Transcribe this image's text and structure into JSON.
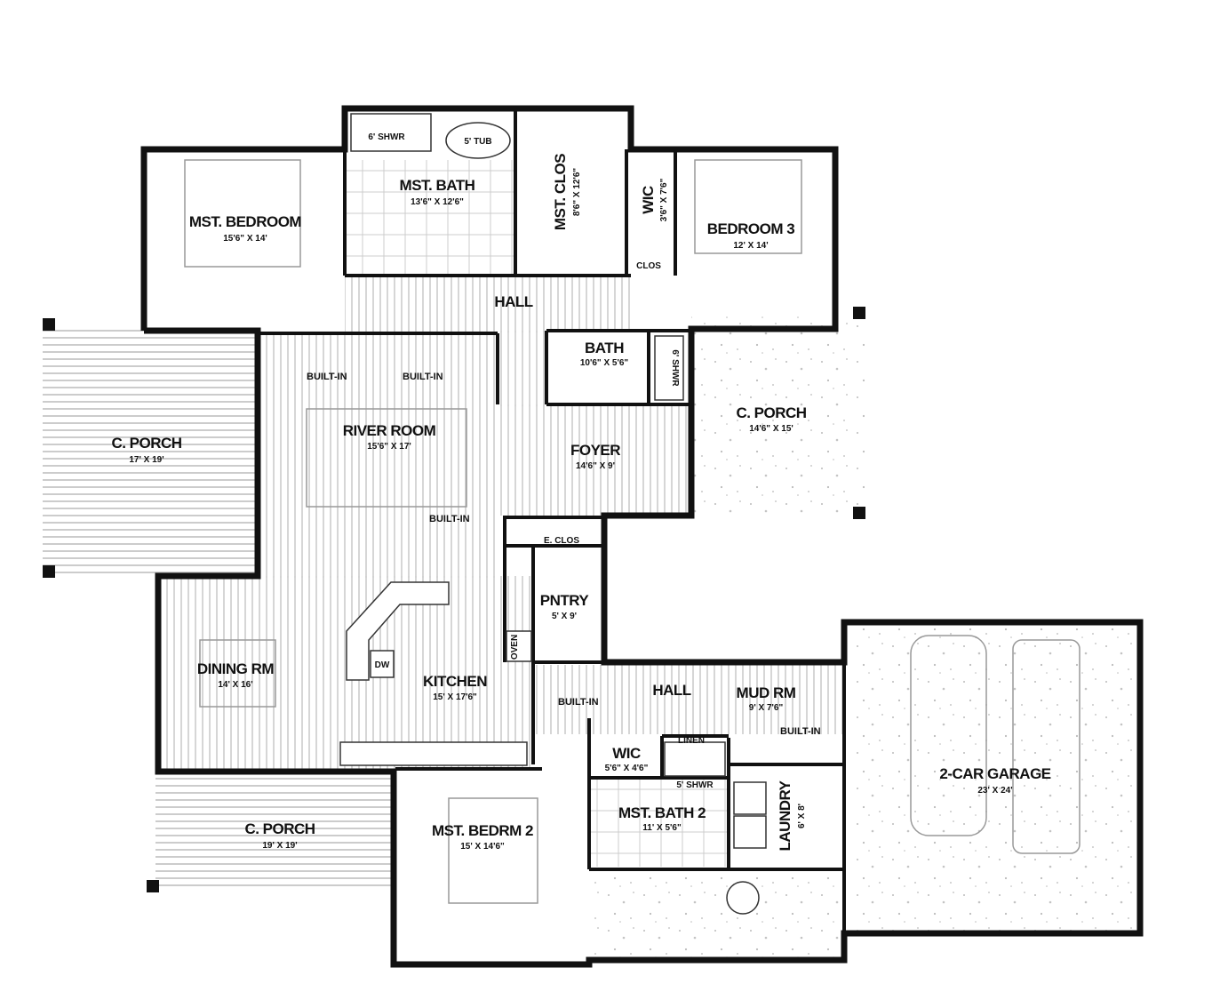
{
  "rooms": {
    "mst_bedroom": {
      "name": "MST. BEDROOM",
      "dims": "15'6\" X 14'"
    },
    "mst_bath": {
      "name": "MST. BATH",
      "dims": "13'6\" X 12'6\""
    },
    "mst_clos": {
      "name": "MST. CLOS",
      "dims": "8'6\" X 12'6\""
    },
    "wic_1": {
      "name": "WIC",
      "dims": "3'6\" X 7'6\""
    },
    "bedroom_3": {
      "name": "BEDROOM 3",
      "dims": "12' X 14'"
    },
    "hall_1": {
      "name": "HALL"
    },
    "bath": {
      "name": "BATH",
      "dims": "10'6\" X 5'6\""
    },
    "porch_left": {
      "name": "C. PORCH",
      "dims": "17' X 19'"
    },
    "porch_right": {
      "name": "C. PORCH",
      "dims": "14'6\" X 15'"
    },
    "river_room": {
      "name": "RIVER ROOM",
      "dims": "15'6\" X 17'"
    },
    "foyer": {
      "name": "FOYER",
      "dims": "14'6\" X 9'"
    },
    "pantry": {
      "name": "PNTRY",
      "dims": "5' X 9'"
    },
    "dining": {
      "name": "DINING RM",
      "dims": "14' X 16'"
    },
    "kitchen": {
      "name": "KITCHEN",
      "dims": "15' X 17'6\""
    },
    "hall_2": {
      "name": "HALL"
    },
    "mud_rm": {
      "name": "MUD RM",
      "dims": "9' X 7'6\""
    },
    "wic_2": {
      "name": "WIC",
      "dims": "5'6\" X 4'6\""
    },
    "mst_bath_2": {
      "name": "MST. BATH 2",
      "dims": "11' X 5'6\""
    },
    "laundry": {
      "name": "LAUNDRY",
      "dims": "6' X 8'"
    },
    "garage": {
      "name": "2-CAR GARAGE",
      "dims": "23' X 24'"
    },
    "porch_bottom": {
      "name": "C. PORCH",
      "dims": "19' X 19'"
    },
    "mst_bedrm_2": {
      "name": "MST. BEDRM 2",
      "dims": "15' X 14'6\""
    }
  },
  "fixtures": {
    "shower_1": "6' SHWR",
    "tub": "5' TUB",
    "clos": "CLOS",
    "shower_2": "6' SHWR",
    "e_clos": "E. CLOS",
    "oven": "OVEN",
    "dw": "DW",
    "linen": "LINEN",
    "shower_3": "5' SHWR"
  },
  "notes": {
    "built_in": "BUILT-IN"
  }
}
